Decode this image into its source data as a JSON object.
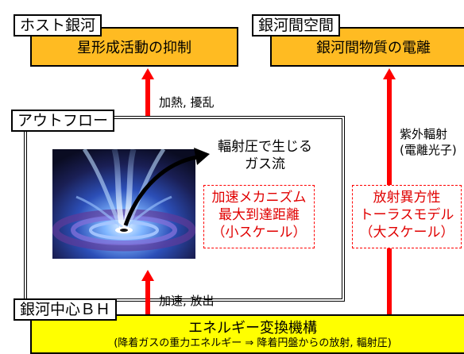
{
  "host_galaxy": {
    "tag": "ホスト銀河",
    "box": "星形成活動の抑制"
  },
  "intergalactic_space": {
    "tag": "銀河間空間",
    "box": "銀河間物質の電離"
  },
  "outflow": {
    "tag": "アウトフロー",
    "caption_line1": "輻射圧で生じる",
    "caption_line2": "ガス流",
    "mechanism_line1": "加速メカニズム",
    "mechanism_line2": "最大到達距離",
    "mechanism_line3": "（小スケール）"
  },
  "torus_model": {
    "line1": "放射異方性",
    "line2": "トーラスモデル",
    "line3": "（大スケール）"
  },
  "arrow_labels": {
    "heating": "加熱, 擾乱",
    "uv_line1": "紫外輻射",
    "uv_line2": "(電離光子)",
    "acceleration": "加速, 放出"
  },
  "central_bh": {
    "tag": "銀河中心ＢＨ",
    "title": "エネルギー変換機構",
    "subtitle": "(降着ガスの重力エネルギー ⇒ 降着円盤からの放射, 輻射圧)"
  },
  "colors": {
    "orange_box": "#ffbb22",
    "yellow_box": "#ffff00",
    "arrow": "#ff0000"
  }
}
